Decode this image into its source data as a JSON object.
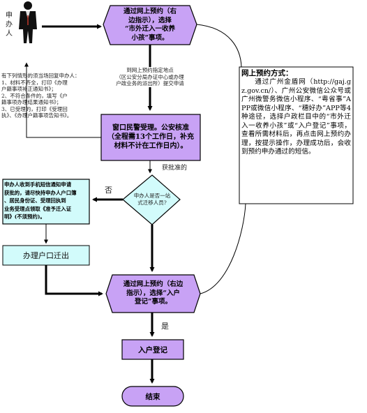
{
  "applicant_label": "申\n办\n人",
  "step1": "通过网上预约（右\n边指示），选择\n“市外迁入一收养\n小孩”事项。",
  "step1_note": "到网上预约指定地点\n（区公安分局办证中心或办理\n户政业务的派出所）提交申请",
  "feedback_note": "有下列情形的须当场回复申办人：\n1、材料不齐全，打印《办理\n户籍事项补正通知书》；\n2、不符合条件的，填写《户\n籍事项办理结果通知书》；\n3、已受理的，打印《受理回\n执》、《办理户籍事项告知书》。",
  "step2": "窗口民警受理。公安核准\n（全程需13个工作日，补充\n材料不计在工作日内）。",
  "approved_label": "获批准的",
  "decision": "申办人是否一站\n式迁移人员?",
  "no_label": "否",
  "yes_label": "是",
  "notice": "申办人收到手机短信通知申请\n获批的，请尽快持申办人户口簿\n、居民身份证、受理回执到\n业务受理点领取《准予迁入证\n明》(不须预约)。",
  "hukou_out": "办理户口迁出",
  "step3": "通过网上预约（右边\n指示），选择“入户\n登记”事项。",
  "register": "入户登记",
  "end": "结束",
  "side_title": "网上预约方式：",
  "side_body": "通过广州金盾网（http://gaj.gz.gov.cn/）、广州公安微信公众号或广州微警务微信小程序、“粤省事”APP或微信小程序、“穗好办”APP等4种途径，选择户政栏目中的“市外迁入一收养小孩”或“入户登记”事项，查看所需材料后，再点击网上预约办理，按提示操作，办理成功后，会收到预约申办通过的短信。",
  "colors": {
    "purple": "#c8a2f5",
    "cyan": "#d2fbfb",
    "border": "#000000"
  }
}
